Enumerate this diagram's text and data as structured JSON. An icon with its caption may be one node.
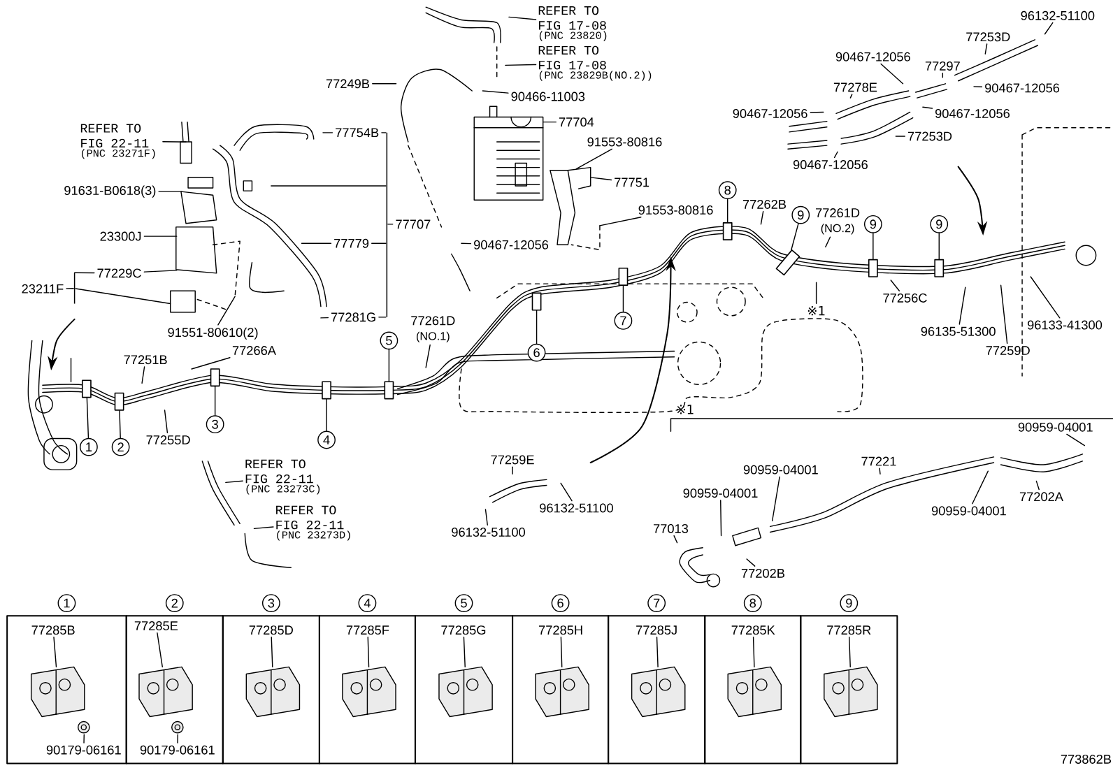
{
  "diagram": {
    "nodes": [
      {
        "text": [
          "REFER TO FIG 17-08",
          "(PNC 23820)"
        ]
      },
      {
        "text": [
          "REFER TO FIG 17-08",
          "(PNC 23829B(NO.2))"
        ]
      },
      {
        "text": [
          "90466-11003"
        ]
      },
      {
        "text": [
          "77249B"
        ]
      },
      {
        "text": [
          "77704"
        ]
      },
      {
        "text": [
          "91553-80816"
        ]
      },
      {
        "text": [
          "77751"
        ]
      },
      {
        "text": [
          "91553-80816"
        ]
      },
      {
        "text": [
          "90467-12056"
        ]
      },
      {
        "text": [
          "REFER TO FIG 22-11",
          "(PNC 23271F)"
        ]
      },
      {
        "text": [
          "91631-B0618(3)"
        ]
      },
      {
        "text": [
          "23300J"
        ]
      },
      {
        "text": [
          "77229C"
        ]
      },
      {
        "text": [
          "23211F"
        ]
      },
      {
        "text": [
          "91551-80610(2)"
        ]
      },
      {
        "text": [
          "77754B"
        ]
      },
      {
        "text": [
          "77779"
        ]
      },
      {
        "text": [
          "77281G"
        ]
      },
      {
        "text": [
          "77707"
        ]
      },
      {
        "text": [
          "96132-51100"
        ]
      },
      {
        "text": [
          "77253D"
        ]
      },
      {
        "text": [
          "90467-12056"
        ]
      },
      {
        "text": [
          "77297"
        ]
      },
      {
        "text": [
          "77278E"
        ]
      },
      {
        "text": [
          "90467-12056"
        ]
      },
      {
        "text": [
          "90467-12056"
        ]
      },
      {
        "text": [
          "90467-12056"
        ]
      },
      {
        "text": [
          "77253D"
        ]
      },
      {
        "text": [
          "90467-12056"
        ]
      },
      {
        "text": [
          "8"
        ]
      },
      {
        "text": [
          "77262B"
        ]
      },
      {
        "text": [
          "9"
        ]
      },
      {
        "text": [
          "77261D",
          "(NO.2)"
        ]
      },
      {
        "text": [
          "9"
        ]
      },
      {
        "text": [
          "9"
        ]
      },
      {
        "text": [
          "※1"
        ]
      },
      {
        "text": [
          "77256C"
        ]
      },
      {
        "text": [
          "96135-51300"
        ]
      },
      {
        "text": [
          "96133-41300"
        ]
      },
      {
        "text": [
          "77259D"
        ]
      },
      {
        "text": [
          "77251B"
        ]
      },
      {
        "text": [
          "77266A"
        ]
      },
      {
        "text": [
          "77261D",
          "(NO.1)"
        ]
      },
      {
        "text": [
          "5"
        ]
      },
      {
        "text": [
          "6"
        ]
      },
      {
        "text": [
          "7"
        ]
      },
      {
        "text": [
          "1"
        ]
      },
      {
        "text": [
          "2"
        ]
      },
      {
        "text": [
          "3"
        ]
      },
      {
        "text": [
          "4"
        ]
      },
      {
        "text": [
          "77255D"
        ]
      },
      {
        "text": [
          "REFER TO FIG 22-11",
          "(PNC 23273C)"
        ]
      },
      {
        "text": [
          "REFER TO FIG 22-11",
          "(PNC 23273D)"
        ]
      },
      {
        "text": [
          "77259E"
        ]
      },
      {
        "text": [
          "96132-51100"
        ]
      },
      {
        "text": [
          "96132-51100"
        ]
      },
      {
        "text": [
          "90959-04001"
        ]
      },
      {
        "text": [
          "77221"
        ]
      },
      {
        "text": [
          "90959-04001"
        ]
      },
      {
        "text": [
          "90959-04001"
        ]
      },
      {
        "text": [
          "90959-04001"
        ]
      },
      {
        "text": [
          "77202A"
        ]
      },
      {
        "text": [
          "77013"
        ]
      },
      {
        "text": [
          "77202B"
        ]
      },
      {
        "text": [
          "1"
        ]
      },
      {
        "text": [
          "2"
        ]
      },
      {
        "text": [
          "3"
        ]
      },
      {
        "text": [
          "4"
        ]
      },
      {
        "text": [
          "5"
        ]
      },
      {
        "text": [
          "6"
        ]
      },
      {
        "text": [
          "7"
        ]
      },
      {
        "text": [
          "8"
        ]
      },
      {
        "text": [
          "9"
        ]
      },
      {
        "text": [
          "77285B"
        ],
        "in": 64
      },
      {
        "text": [
          "90179-06161"
        ],
        "in": 64
      },
      {
        "text": [
          "77285E"
        ],
        "in": 65
      },
      {
        "text": [
          "90179-06161"
        ],
        "in": 65
      },
      {
        "text": [
          "77285D"
        ],
        "in": 66
      },
      {
        "text": [
          "77285F"
        ],
        "in": 67
      },
      {
        "text": [
          "77285G"
        ],
        "in": 68
      },
      {
        "text": [
          "77285H"
        ],
        "in": 69
      },
      {
        "text": [
          "77285J"
        ],
        "in": 70
      },
      {
        "text": [
          "77285K"
        ],
        "in": 71
      },
      {
        "text": [
          "77285R"
        ],
        "in": 72
      },
      {
        "text": [],
        "shape": "box"
      },
      {
        "text": [],
        "shape": "box"
      },
      {
        "text": [],
        "shape": "box"
      },
      {
        "text": [],
        "shape": "box"
      },
      {
        "text": [],
        "shape": "box"
      },
      {
        "text": [],
        "shape": "box"
      },
      {
        "text": [],
        "shape": "box"
      },
      {
        "text": [],
        "shape": "box"
      },
      {
        "text": [],
        "shape": "box"
      },
      {
        "text": [],
        "shape": "box"
      },
      {
        "text": [],
        "shape": "box"
      },
      {
        "text": [],
        "shape": "bar"
      },
      {
        "text": [],
        "shape": "bar"
      },
      {
        "text": [],
        "shape": "picture"
      },
      {
        "text": [],
        "shape": "picture"
      },
      {
        "text": [],
        "shape": "picture"
      },
      {
        "text": [],
        "shape": "picture",
        "in": 64
      },
      {
        "text": [],
        "shape": "picture",
        "in": 65
      },
      {
        "text": [],
        "shape": "picture",
        "in": 66
      },
      {
        "text": [],
        "shape": "picture",
        "in": 67
      },
      {
        "text": [],
        "shape": "picture",
        "in": 68
      },
      {
        "text": [],
        "shape": "picture",
        "in": 69
      },
      {
        "text": [],
        "shape": "picture",
        "in": 70
      },
      {
        "text": [],
        "shape": "picture",
        "in": 71
      },
      {
        "text": [],
        "shape": "picture",
        "in": 72
      },
      {
        "text": [],
        "shape": "circle",
        "in": 64
      },
      {
        "text": [],
        "shape": "circle",
        "in": 65
      }
    ],
    "edges": [
      {
        "from": 0,
        "to": null,
        "arrow": "none"
      },
      {
        "from": 1,
        "to": null,
        "arrow": "none"
      },
      {
        "from": 2,
        "to": null,
        "arrow": "none"
      },
      {
        "from": 3,
        "to": null,
        "arrow": "none"
      },
      {
        "from": 4,
        "to": 97,
        "arrow": "none"
      },
      {
        "from": 5,
        "to": 98,
        "arrow": "none"
      },
      {
        "from": 6,
        "to": 98,
        "arrow": "none"
      },
      {
        "from": 7,
        "to": 98,
        "arrow": "none"
      },
      {
        "from": 8,
        "to": null,
        "arrow": "none"
      },
      {
        "from": 9,
        "to": 99,
        "arrow": "none"
      },
      {
        "from": 10,
        "to": 99,
        "arrow": "none"
      },
      {
        "from": 11,
        "to": 99,
        "arrow": "none"
      },
      {
        "from": 12,
        "to": 99,
        "arrow": "none"
      },
      {
        "from": 13,
        "to": 96,
        "arrow": "none"
      },
      {
        "from": 96,
        "to": 12,
        "arrow": "none"
      },
      {
        "from": 96,
        "to": 99,
        "arrow": "none"
      },
      {
        "from": 14,
        "to": 99,
        "arrow": "none"
      },
      {
        "from": 15,
        "to": null,
        "arrow": "none"
      },
      {
        "from": 16,
        "to": null,
        "arrow": "none"
      },
      {
        "from": 17,
        "to": null,
        "arrow": "none"
      },
      {
        "from": 15,
        "to": 95,
        "arrow": "none"
      },
      {
        "from": 16,
        "to": 95,
        "arrow": "none"
      },
      {
        "from": 17,
        "to": 95,
        "arrow": "none"
      },
      {
        "from": null,
        "to": 95,
        "arrow": "none"
      },
      {
        "from": 18,
        "to": 95,
        "arrow": "none"
      },
      {
        "from": 19,
        "to": null,
        "arrow": "none"
      },
      {
        "from": 20,
        "to": null,
        "arrow": "none"
      },
      {
        "from": 21,
        "to": null,
        "arrow": "none"
      },
      {
        "from": 22,
        "to": null,
        "arrow": "none"
      },
      {
        "from": 23,
        "to": null,
        "arrow": "none"
      },
      {
        "from": 24,
        "to": null,
        "arrow": "none"
      },
      {
        "from": 25,
        "to": null,
        "arrow": "none"
      },
      {
        "from": 26,
        "to": null,
        "arrow": "none"
      },
      {
        "from": 27,
        "to": null,
        "arrow": "none"
      },
      {
        "from": 28,
        "to": null,
        "arrow": "none"
      },
      {
        "from": 29,
        "to": 91,
        "arrow": "none"
      },
      {
        "from": 30,
        "to": null,
        "arrow": "none"
      },
      {
        "from": 31,
        "to": 92,
        "arrow": "none"
      },
      {
        "from": 32,
        "to": null,
        "arrow": "none"
      },
      {
        "from": 33,
        "to": 93,
        "arrow": "none"
      },
      {
        "from": 34,
        "to": 94,
        "arrow": "none"
      },
      {
        "from": 35,
        "to": null,
        "arrow": "none"
      },
      {
        "from": 36,
        "to": null,
        "arrow": "none"
      },
      {
        "from": 37,
        "to": null,
        "arrow": "none"
      },
      {
        "from": 38,
        "to": null,
        "arrow": "none"
      },
      {
        "from": 39,
        "to": null,
        "arrow": "none"
      },
      {
        "from": 40,
        "to": null,
        "arrow": "none"
      },
      {
        "from": 41,
        "to": null,
        "arrow": "none"
      },
      {
        "from": 42,
        "to": null,
        "arrow": "none"
      },
      {
        "from": 43,
        "to": 88,
        "arrow": "none"
      },
      {
        "from": 44,
        "to": 89,
        "arrow": "none"
      },
      {
        "from": 45,
        "to": 90,
        "arrow": "none"
      },
      {
        "from": 46,
        "to": 84,
        "arrow": "none"
      },
      {
        "from": 47,
        "to": 85,
        "arrow": "none"
      },
      {
        "from": 48,
        "to": 86,
        "arrow": "none"
      },
      {
        "from": 49,
        "to": 87,
        "arrow": "none"
      },
      {
        "from": 50,
        "to": null,
        "arrow": "none"
      },
      {
        "from": 51,
        "to": null,
        "arrow": "none"
      },
      {
        "from": 52,
        "to": null,
        "arrow": "none"
      },
      {
        "from": 53,
        "to": null,
        "arrow": "none"
      },
      {
        "from": 54,
        "to": null,
        "arrow": "none"
      },
      {
        "from": 55,
        "to": null,
        "arrow": "none"
      },
      {
        "from": 56,
        "to": null,
        "arrow": "none"
      },
      {
        "from": 57,
        "to": null,
        "arrow": "none"
      },
      {
        "from": 58,
        "to": null,
        "arrow": "none"
      },
      {
        "from": 59,
        "to": null,
        "arrow": "none"
      },
      {
        "from": 60,
        "to": null,
        "arrow": "none"
      },
      {
        "from": 61,
        "to": null,
        "arrow": "none"
      },
      {
        "from": 62,
        "to": null,
        "arrow": "none"
      },
      {
        "from": 63,
        "to": null,
        "arrow": "none"
      },
      {
        "from": 73,
        "to": 100,
        "arrow": "none"
      },
      {
        "from": 74,
        "to": 109,
        "arrow": "none"
      },
      {
        "from": 75,
        "to": 101,
        "arrow": "none"
      },
      {
        "from": 76,
        "to": 110,
        "arrow": "none"
      },
      {
        "from": 77,
        "to": 102,
        "arrow": "none"
      },
      {
        "from": 78,
        "to": 103,
        "arrow": "none"
      },
      {
        "from": 79,
        "to": 104,
        "arrow": "none"
      },
      {
        "from": 80,
        "to": 105,
        "arrow": "none"
      },
      {
        "from": 81,
        "to": 106,
        "arrow": "none"
      },
      {
        "from": 82,
        "to": 107,
        "arrow": "none"
      },
      {
        "from": 83,
        "to": 108,
        "arrow": "none"
      }
    ],
    "labels": [
      "※1",
      "773862B"
    ]
  }
}
